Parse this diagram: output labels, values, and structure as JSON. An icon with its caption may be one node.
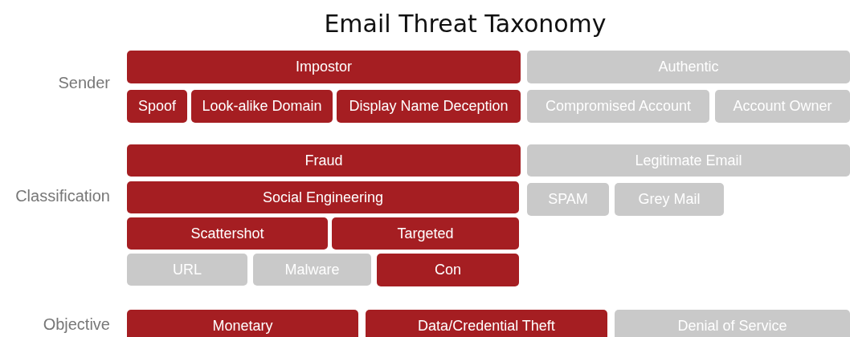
{
  "diagram": {
    "title": "Email Threat Taxonomy",
    "nodes": [
      {
        "text": [
          "Impostor"
        ]
      },
      {
        "text": [
          "Authentic"
        ]
      },
      {
        "text": [
          "Spoof"
        ]
      },
      {
        "text": [
          "Look-alike Domain"
        ]
      },
      {
        "text": [
          "Display Name Deception"
        ]
      },
      {
        "text": [
          "Compromised Account"
        ]
      },
      {
        "text": [
          "Account Owner"
        ]
      },
      {
        "text": [
          "Fraud"
        ]
      },
      {
        "text": [
          "Legitimate Email"
        ]
      },
      {
        "text": [
          "Social Engineering"
        ]
      },
      {
        "text": [
          "SPAM"
        ]
      },
      {
        "text": [
          "Grey Mail"
        ]
      },
      {
        "text": [
          "Scattershot"
        ]
      },
      {
        "text": [
          "Targeted"
        ]
      },
      {
        "text": [
          "URL"
        ]
      },
      {
        "text": [
          "Malware"
        ]
      },
      {
        "text": [
          "Con"
        ]
      },
      {
        "text": [
          "Monetary"
        ]
      },
      {
        "text": [
          "Data/Credential Theft"
        ]
      },
      {
        "text": [
          "Denial of Service"
        ]
      }
    ],
    "labels": [
      "Sender",
      "Classification",
      "Objective"
    ]
  }
}
